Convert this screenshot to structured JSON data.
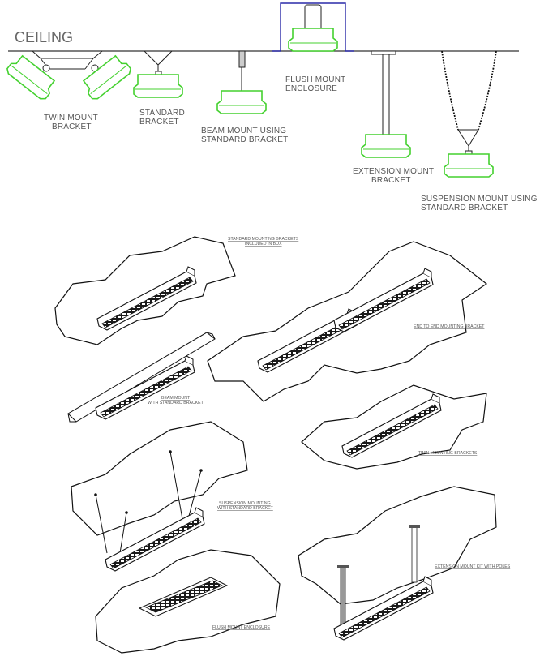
{
  "top": {
    "ceiling_label": "CEILING",
    "labels": {
      "twin_1": "TWIN MOUNT",
      "twin_2": "BRACKET",
      "standard_1": "STANDARD",
      "standard_2": "BRACKET",
      "beam_1": "BEAM MOUNT USING",
      "beam_2": "STANDARD BRACKET",
      "flush_1": "FLUSH MOUNT",
      "flush_2": "ENCLOSURE",
      "extension_1": "EXTENSION MOUNT",
      "extension_2": "BRACKET",
      "suspension_1": "SUSPENSION MOUNT USING",
      "suspension_2": "STANDARD BRACKET"
    }
  },
  "bottom": {
    "labels": {
      "standard_1": "STANDARD MOUNTING BRACKETS",
      "standard_2": "INCLUDED IN BOX",
      "end_to_end": "END TO END MOUNTING BRACKET",
      "beam_1": "BEAM MOUNT",
      "beam_2": "WITH STANDARD BRACKET",
      "twin": "TWIN MOUNTING BRACKETS",
      "suspension_1": "SUSPENSION MOUNTING",
      "suspension_2": "WITH STANDARD BRACKET",
      "extension": "EXTENSION MOUNT KIT WITH POLES",
      "flush": "FLUSH MOUNT ENCLOSURE"
    }
  },
  "colors": {
    "heater_outline": "#44d12f",
    "flush_enclosure": "#2a2aa8",
    "ceiling_line": "#333333"
  }
}
